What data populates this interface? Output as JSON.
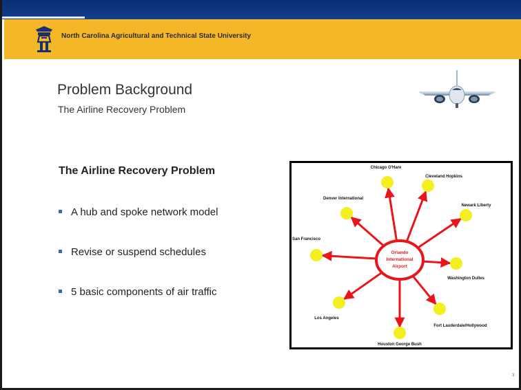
{
  "header": {
    "university_name": "North Carolina Agricultural and Technical State University",
    "colors": {
      "band": "#0a2f73",
      "gold": "#f4b728"
    }
  },
  "slide": {
    "title": "Problem Background",
    "subtitle": "The Airline Recovery Problem",
    "section_heading": "The Airline Recovery Problem",
    "bullets": [
      "A hub and spoke network model",
      "Revise or suspend schedules",
      "5 basic components of air traffic"
    ],
    "page_number": "3"
  },
  "diagram": {
    "hub": {
      "label_lines": [
        "Orlando",
        "International",
        "Airport"
      ]
    },
    "spokes": [
      "Chicago O'Hare",
      "Cleveland Hopkins",
      "Newark Liberty",
      "Washington Dulles",
      "Fort Lauderdale/Hollywood",
      "Houston George Bush",
      "Los Angeles",
      "San Francisco",
      "Denver International"
    ],
    "colors": {
      "hub_fill": "#ffffff",
      "hub_stroke": "#e8161a",
      "arrow": "#e8161a",
      "node": "#f3ef20",
      "hub_text": "#e8161a"
    }
  }
}
